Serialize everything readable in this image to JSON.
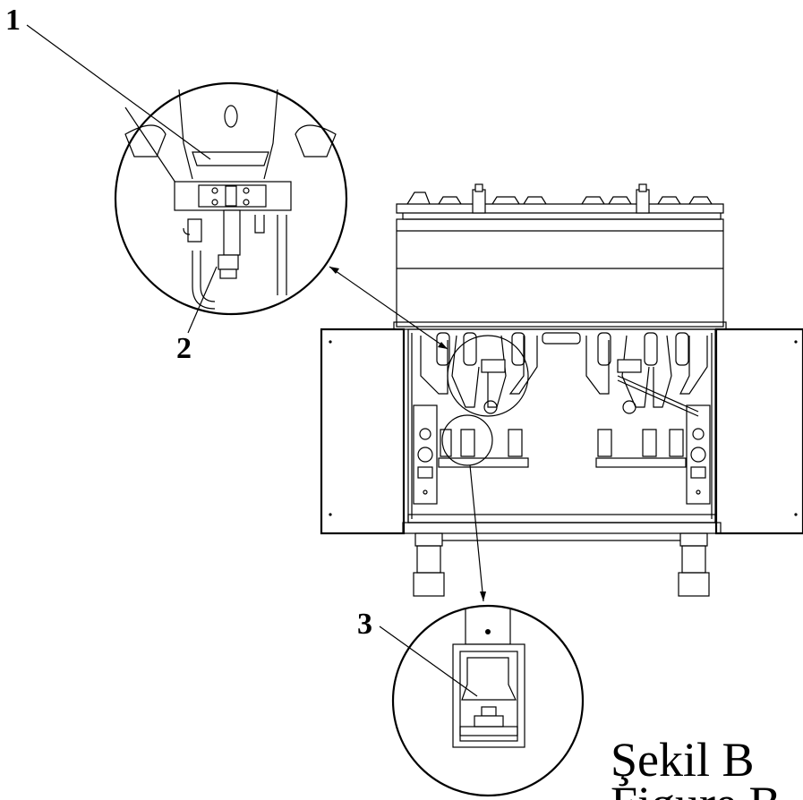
{
  "callouts": {
    "c1": "1",
    "c2": "2",
    "c3": "3"
  },
  "caption": {
    "line1": "Şekil B",
    "line2": "Figure B"
  },
  "colors": {
    "ink": "#000000",
    "paper": "#ffffff"
  }
}
